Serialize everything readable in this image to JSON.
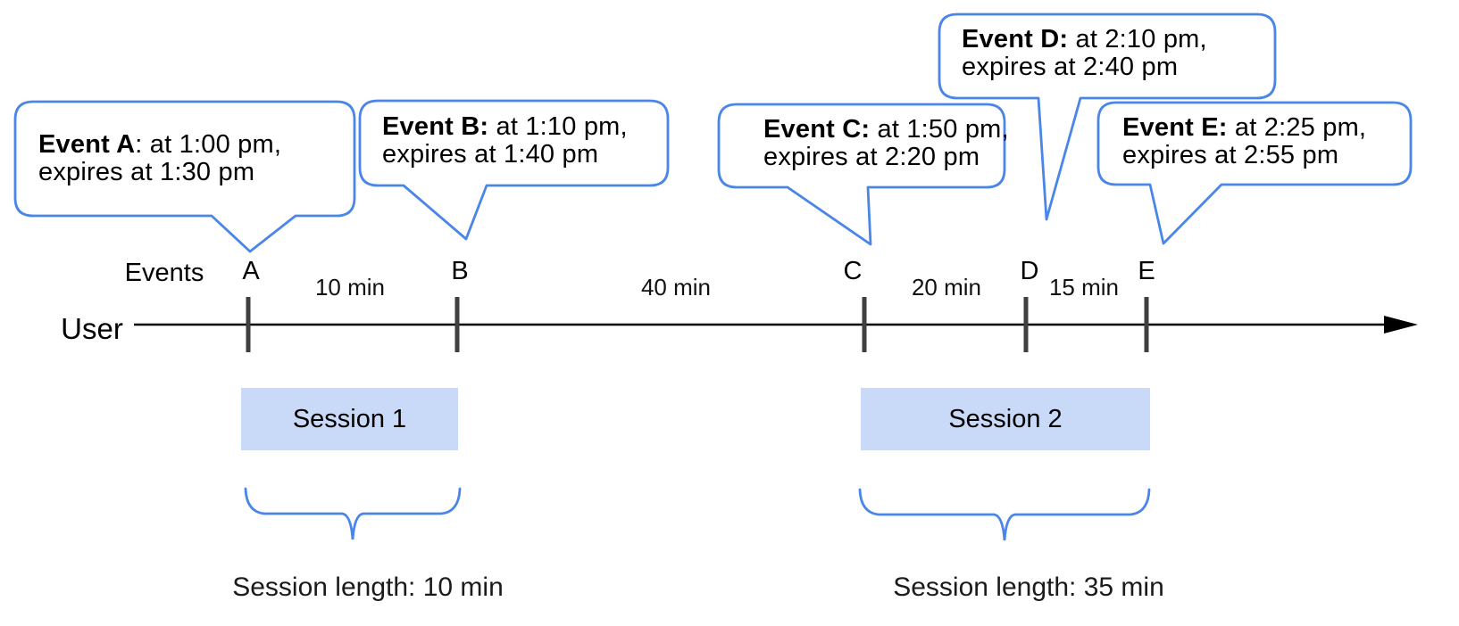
{
  "colors": {
    "accent_blue": "#4a86e8",
    "session_fill": "#c9daf8",
    "tick_gray": "#3f3f3f",
    "arrow_black": "#000000",
    "text_black": "#000000"
  },
  "callouts": [
    {
      "id": "A",
      "title": "Event A",
      "rest": ": at 1:00 pm,\nexpires at 1:30 pm"
    },
    {
      "id": "B",
      "title": "Event B:",
      "rest": " at 1:10 pm,\nexpires at 1:40 pm"
    },
    {
      "id": "C",
      "title": "Event C:",
      "rest": " at 1:50 pm,\nexpires at 2:20 pm"
    },
    {
      "id": "D",
      "title": "Event D:",
      "rest": " at 2:10 pm,\nexpires at 2:40 pm"
    },
    {
      "id": "E",
      "title": "Event E:",
      "rest": " at 2:25 pm,\nexpires at 2:55 pm"
    }
  ],
  "timeline": {
    "events_label": "Events",
    "user_label": "User",
    "ticks": [
      "A",
      "B",
      "C",
      "D",
      "E"
    ],
    "intervals": [
      "10 min",
      "40 min",
      "20 min",
      "15 min"
    ]
  },
  "sessions": [
    {
      "label": "Session 1",
      "length_label": "Session length: 10 min"
    },
    {
      "label": "Session 2",
      "length_label": "Session length: 35 min"
    }
  ]
}
